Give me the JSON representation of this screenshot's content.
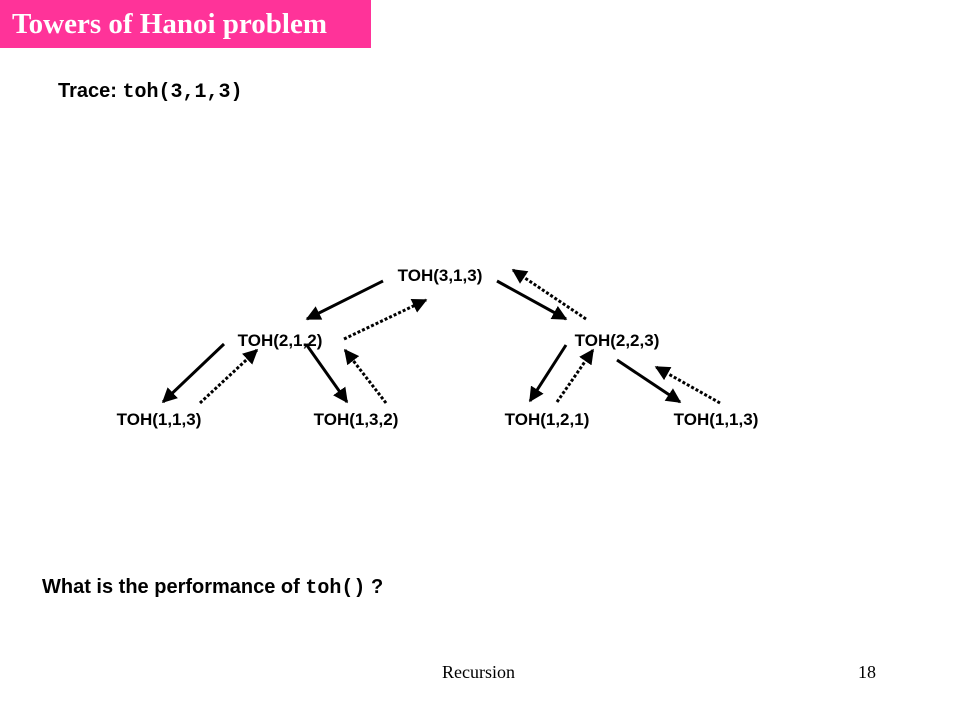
{
  "slide": {
    "title": "Towers of Hanoi problem",
    "banner_color": "#FF3399",
    "trace_label": "Trace:",
    "trace_code": "toh(3,1,3)",
    "question_prefix": "What is the performance of",
    "question_code": "toh()",
    "question_suffix": "?",
    "footer": "Recursion",
    "page_number": "18"
  },
  "tree": {
    "nodes": [
      {
        "id": "n1",
        "label": "TOH(3,1,3)"
      },
      {
        "id": "n2",
        "label": "TOH(2,1,2)"
      },
      {
        "id": "n3",
        "label": "TOH(2,2,3)"
      },
      {
        "id": "n4",
        "label": "TOH(1,1,3)"
      },
      {
        "id": "n5",
        "label": "TOH(1,3,2)"
      },
      {
        "id": "n6",
        "label": "TOH(1,2,1)"
      },
      {
        "id": "n7",
        "label": "TOH(1,1,3)"
      }
    ],
    "edges": [
      {
        "from": "n1",
        "to": "n2",
        "kind": "call"
      },
      {
        "from": "n2",
        "to": "n1",
        "kind": "return"
      },
      {
        "from": "n1",
        "to": "n3",
        "kind": "call"
      },
      {
        "from": "n3",
        "to": "n1",
        "kind": "return"
      },
      {
        "from": "n2",
        "to": "n4",
        "kind": "call"
      },
      {
        "from": "n4",
        "to": "n2",
        "kind": "return"
      },
      {
        "from": "n2",
        "to": "n5",
        "kind": "call"
      },
      {
        "from": "n5",
        "to": "n2",
        "kind": "return"
      },
      {
        "from": "n3",
        "to": "n6",
        "kind": "call"
      },
      {
        "from": "n6",
        "to": "n3",
        "kind": "return"
      },
      {
        "from": "n3",
        "to": "n7",
        "kind": "call"
      },
      {
        "from": "n7",
        "to": "n3",
        "kind": "return"
      }
    ]
  }
}
